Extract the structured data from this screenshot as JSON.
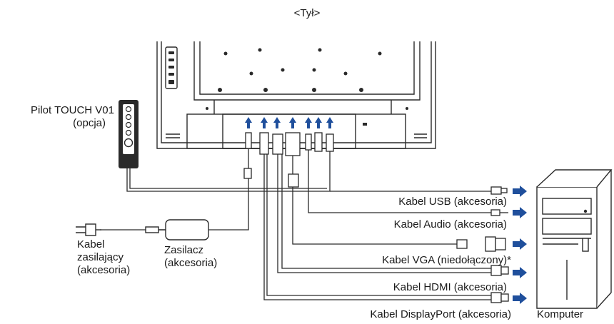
{
  "diagram": {
    "view_label": "<Tył>",
    "remote": {
      "line1": "Pilot TOUCH V01",
      "line2": "(opcja)"
    },
    "power_cord": {
      "line1": "Kabel",
      "line2": "zasilający",
      "line3": "(akcesoria)"
    },
    "adapter": {
      "line1": "Zasilacz",
      "line2": "(akcesoria)"
    },
    "cables": [
      {
        "label": "Kabel USB (akcesoria)"
      },
      {
        "label": "Kabel Audio (akcesoria)"
      },
      {
        "label": "Kabel VGA (niedołączony)*"
      },
      {
        "label": "Kabel HDMI (akcesoria)"
      },
      {
        "label": "Kabel DisplayPort (akcesoria)"
      }
    ],
    "computer": {
      "label": "Komputer"
    },
    "colors": {
      "arrow": "#1f4f9c",
      "line": "#2a2a2a",
      "monitor_fill": "#ffffff"
    }
  }
}
